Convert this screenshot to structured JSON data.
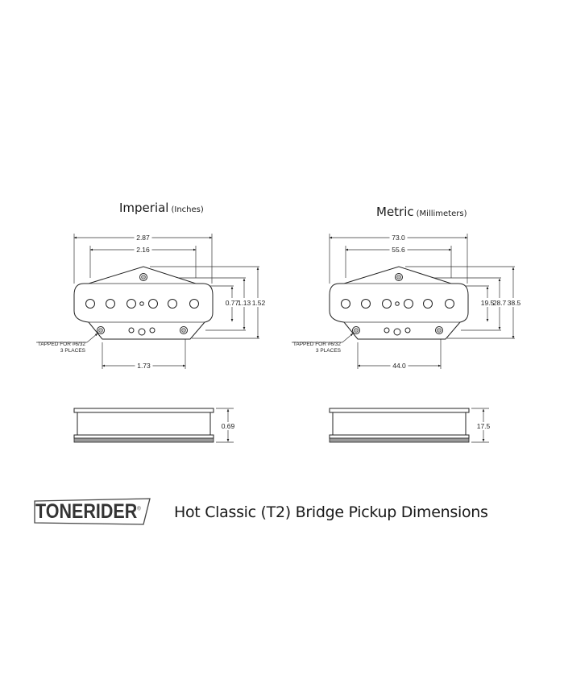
{
  "imperial": {
    "title": "Imperial",
    "unit": "(Inches)",
    "width_overall": "2.87",
    "width_inner": "2.16",
    "height_small": "0.77",
    "height_mid": "1.13",
    "height_overall": "1.52",
    "mount_spacing": "1.73",
    "depth": "0.69",
    "note_line1": "TAPPED FOR #6/32",
    "note_line2": "3 PLACES"
  },
  "metric": {
    "title": "Metric",
    "unit": "(Millimeters)",
    "width_overall": "73.0",
    "width_inner": "55.6",
    "height_small": "19.5",
    "height_mid": "28.7",
    "height_overall": "38.5",
    "mount_spacing": "44.0",
    "depth": "17.5",
    "note_line1": "TAPPED FOR #6/32",
    "note_line2": "3 PLACES"
  },
  "footer": {
    "logo": "TONERIDER",
    "logo_mark": "®",
    "title": "Hot Classic (T2) Bridge Pickup Dimensions"
  }
}
